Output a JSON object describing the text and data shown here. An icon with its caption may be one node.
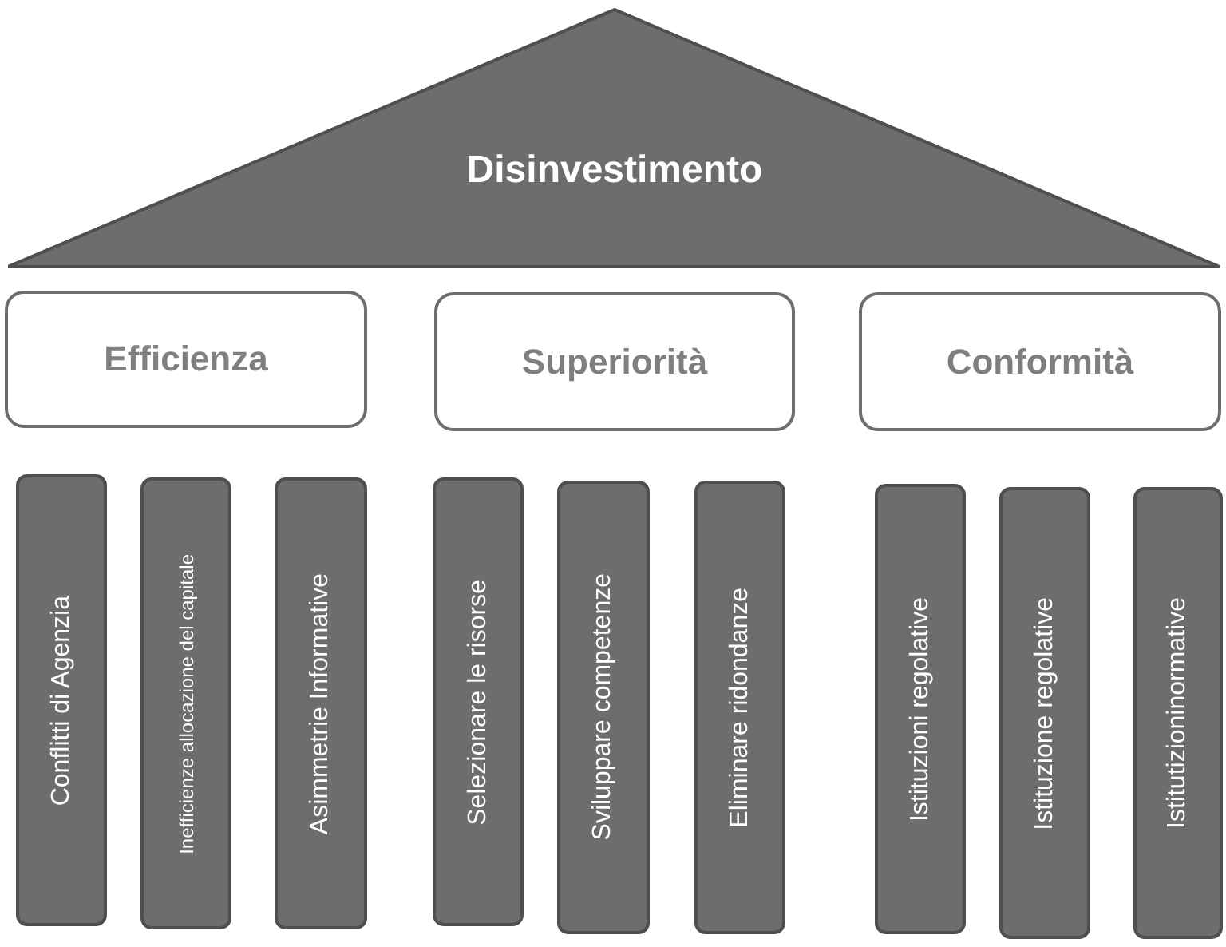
{
  "diagram": {
    "nodes": [
      {
        "text": [
          "Disinvestimento"
        ]
      },
      {
        "text": [
          "Efficienza"
        ]
      },
      {
        "text": [
          "Superiorità"
        ]
      },
      {
        "text": [
          "Conformità"
        ]
      },
      {
        "text": [
          "Conflitti di Agenzia"
        ]
      },
      {
        "text": [
          "Inefficienze allocazione del capitale"
        ]
      },
      {
        "text": [
          "Asimmetrie Informative"
        ]
      },
      {
        "text": [
          "Selezionare le risorse"
        ]
      },
      {
        "text": [
          "Sviluppare competenze"
        ]
      },
      {
        "text": [
          "Eliminare ridondanze"
        ]
      },
      {
        "text": [
          "Istituzioni regolative"
        ]
      },
      {
        "text": [
          "Istituzione regolative"
        ]
      },
      {
        "text": [
          "Istitutizioninormative"
        ]
      }
    ]
  }
}
